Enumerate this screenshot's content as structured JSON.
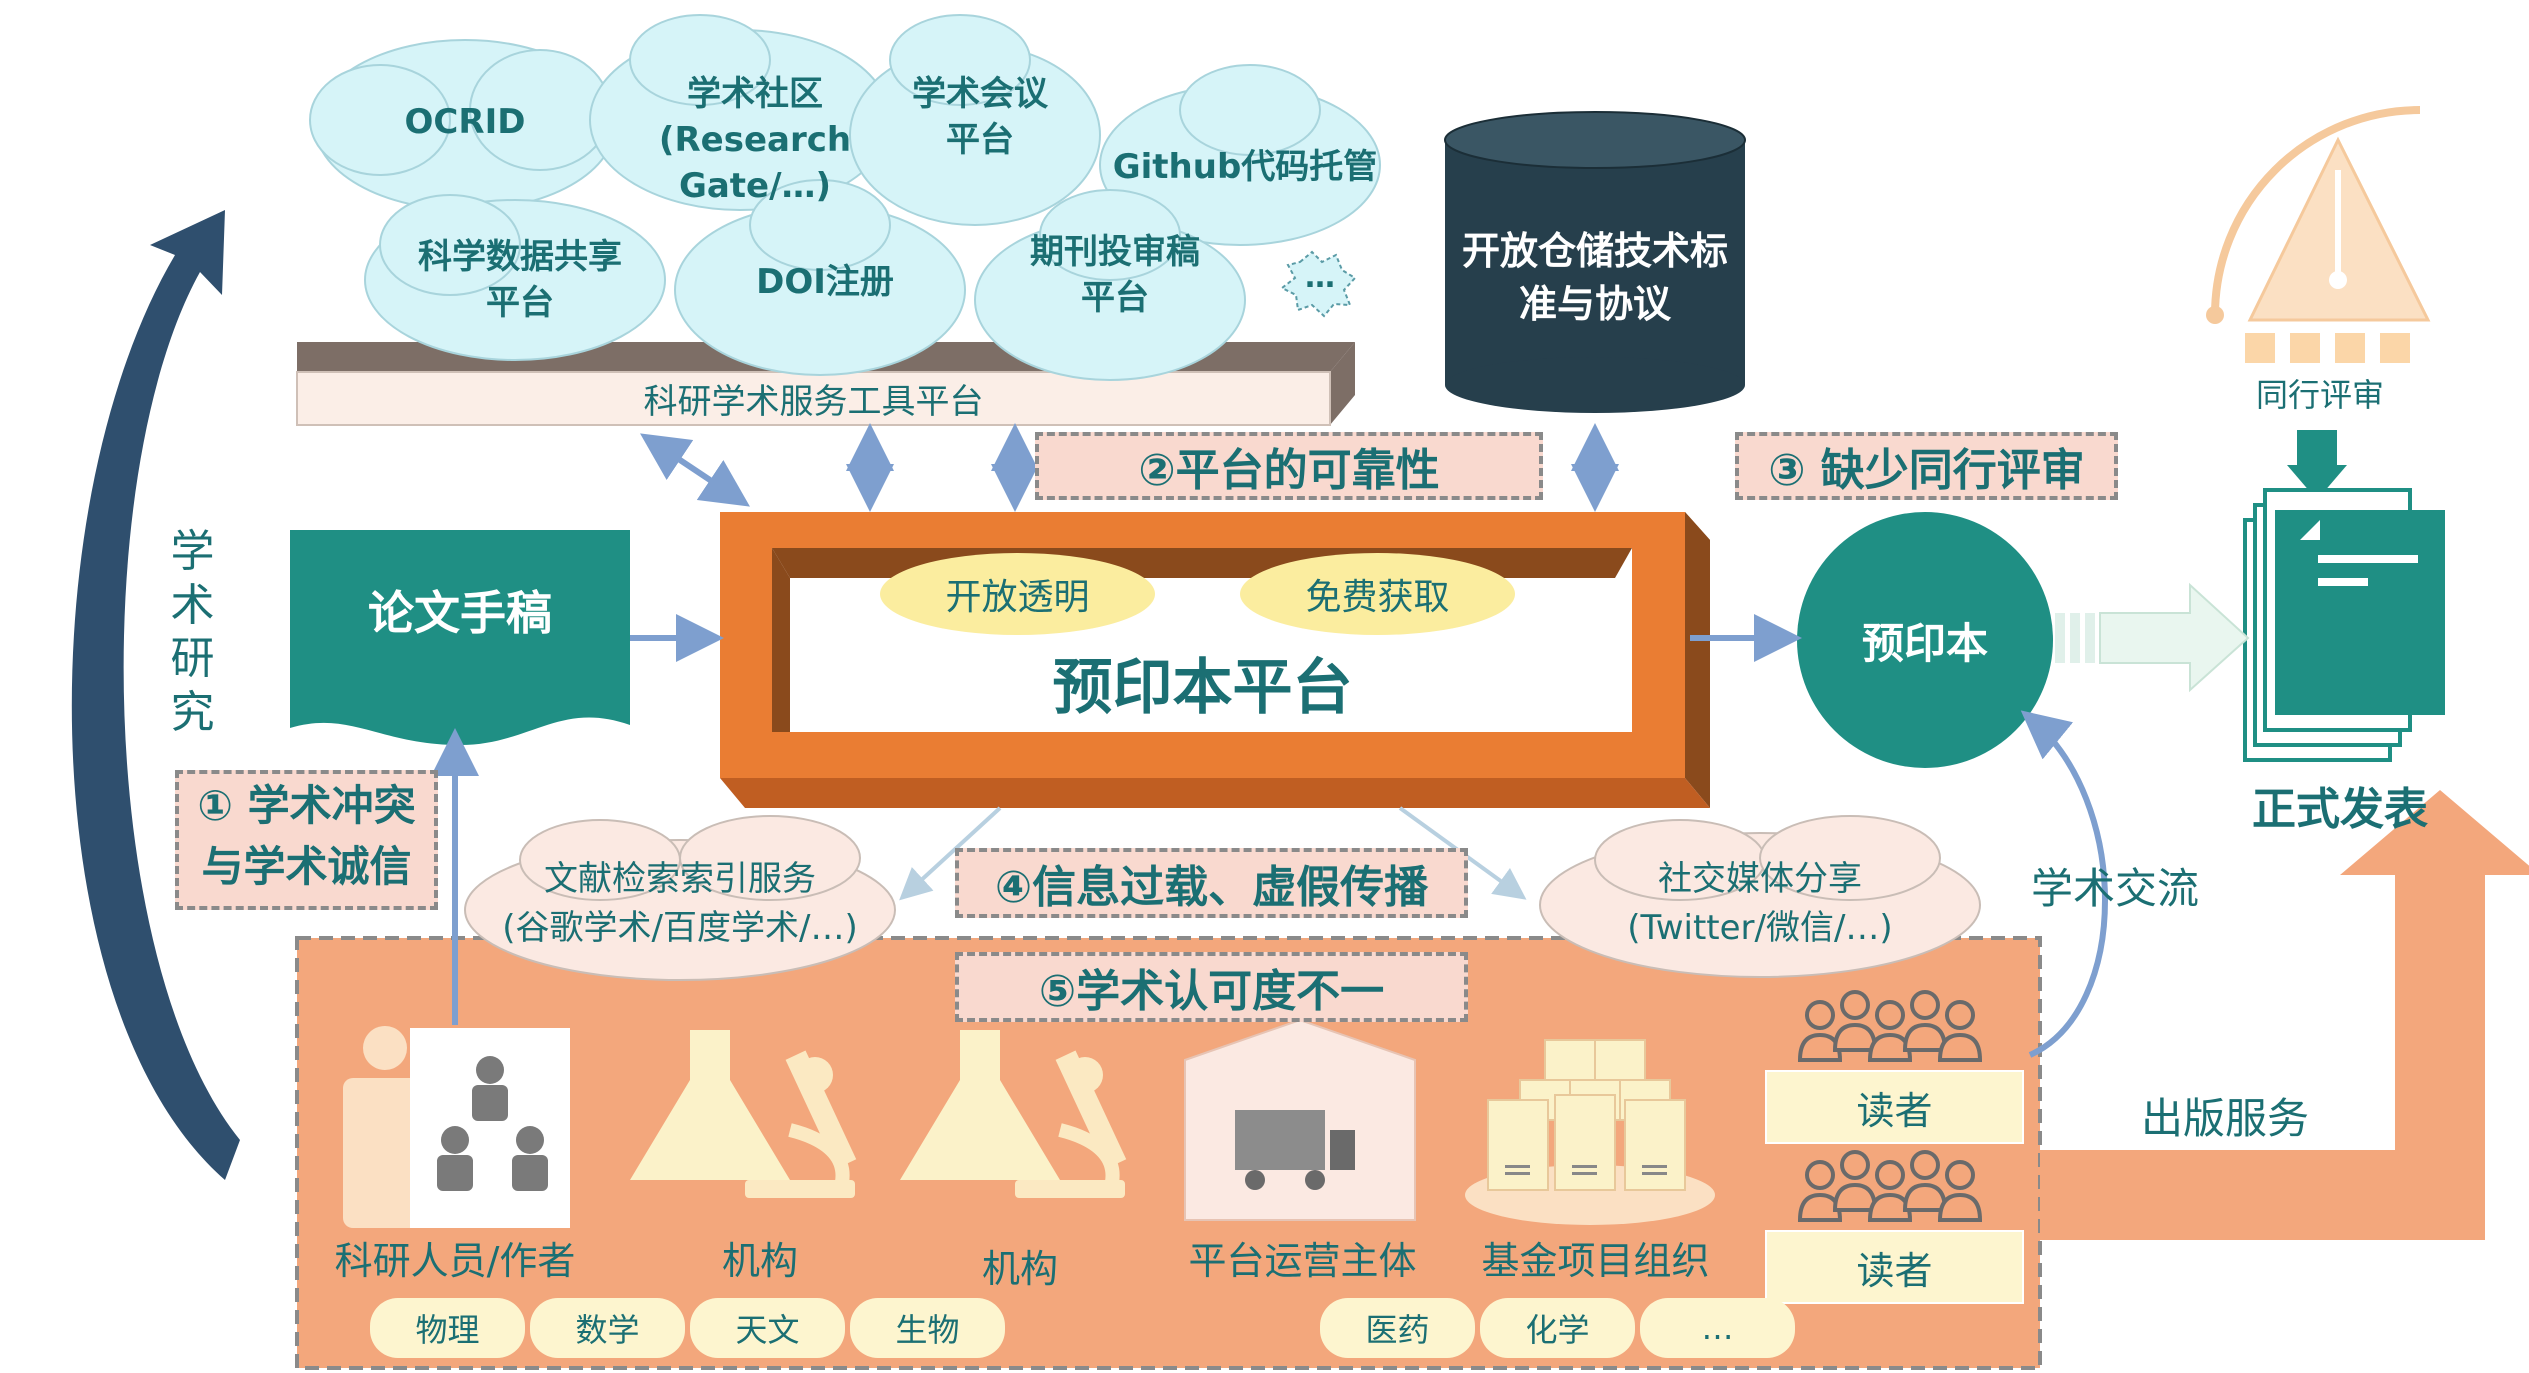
{
  "colors": {
    "teal": "#1f8f84",
    "dark_teal": "#1b6f73",
    "orange": "#e8772f",
    "orange_light": "#f3a77c",
    "cloud": "#d6f4f8",
    "navy": "#2f4f6e",
    "dark_cylinder": "#263f4c",
    "cream": "#fdf5cf",
    "pink": "#f9d9cf",
    "arrow_blue": "#7e9fcf"
  },
  "clouds": {
    "ocrid": "OCRID",
    "academic_community_l1": "学术社区",
    "academic_community_l2": "(Research Gate/…)",
    "conference_l1": "学术会议",
    "conference_l2": "平台",
    "github": "Github代码托管",
    "data_sharing_l1": "科学数据共享",
    "data_sharing_l2": "平台",
    "doi": "DOI注册",
    "journal_l1": "期刊投审稿",
    "journal_l2": "平台",
    "more": "…",
    "search_l1": "文献检索索引服务",
    "search_l2": "(谷歌学术/百度学术/…)",
    "social_l1": "社交媒体分享",
    "social_l2": "(Twitter/微信/…)"
  },
  "tools_platform": "科研学术服务工具平台",
  "repository_l1": "开放仓储技术标",
  "repository_l2": "准与协议",
  "left_vertical": [
    "学",
    "术",
    "研",
    "究"
  ],
  "manuscript": "论文手稿",
  "preprint_platform": {
    "title": "预印本平台",
    "pill1": "开放透明",
    "pill2": "免费获取"
  },
  "preprint": "预印本",
  "peer_review": "同行评审",
  "formal_publish": "正式发表",
  "academic_exchange": "学术交流",
  "publishing_service": "出版服务",
  "issues": {
    "issue1_l1": "① 学术冲突",
    "issue1_l2": "与学术诚信",
    "issue2": "②平台的可靠性",
    "issue3": "③ 缺少同行评审",
    "issue4": "④信息过载、虚假传播",
    "issue5": "⑤学术认可度不一"
  },
  "actors": {
    "researcher": "科研人员/作者",
    "institution1": "机构",
    "institution2": "机构",
    "operator": "平台运营主体",
    "fund": "基金项目组织",
    "reader1": "读者",
    "reader2": "读者"
  },
  "disciplines": [
    "物理",
    "数学",
    "天文",
    "生物",
    "医药",
    "化学",
    "…"
  ]
}
